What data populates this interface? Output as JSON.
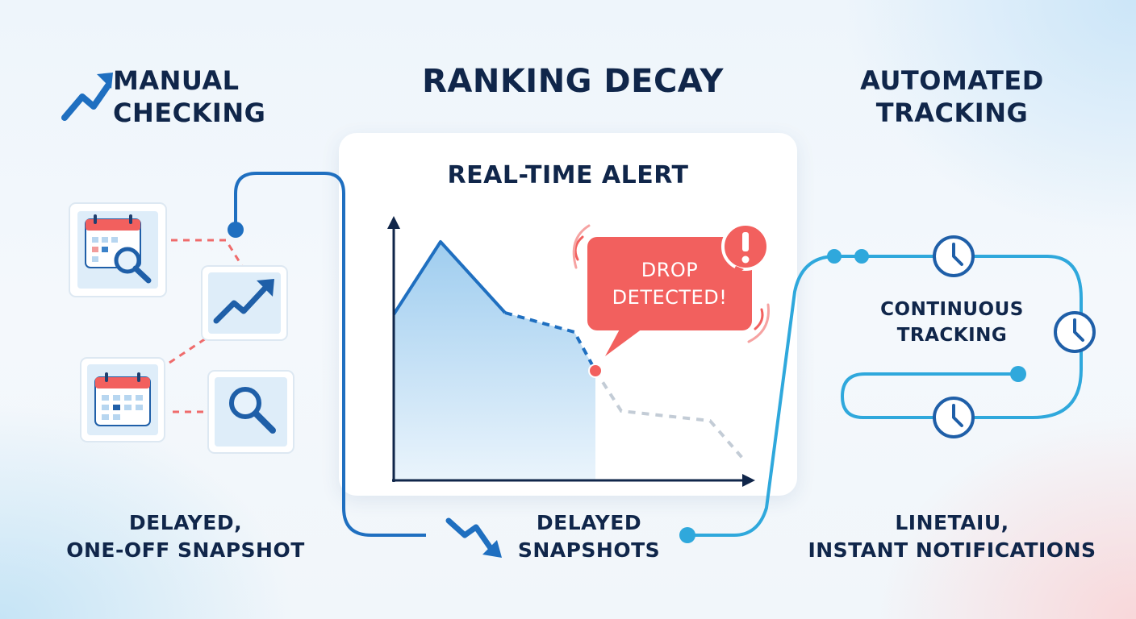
{
  "header": {
    "title": "RANKING DECAY",
    "left_title_line1": "MANUAL",
    "left_title_line2": "CHECKING",
    "right_title_line1": "AUTOMATED",
    "right_title_line2": "TRACKING"
  },
  "panel": {
    "title": "REAL-TIME ALERT",
    "alert_line1": "DROP",
    "alert_line2": "DETECTED!"
  },
  "captions": {
    "left_line1": "DELAYED,",
    "left_line2": "ONE-OFF SNAPSHOT",
    "middle_line1": "DELAYED",
    "middle_line2": "SNAPSHOTS",
    "right_line1": "LINETAIU,",
    "right_line2": "INSTANT NOTIFICATIONS",
    "continuous_line1": "CONTINUOUS",
    "continuous_line2": "TRACKING"
  },
  "icons": {
    "left_cards": [
      "calendar-search-icon",
      "trend-up-icon",
      "calendar-icon",
      "search-icon"
    ],
    "right_nodes": [
      "clock-icon",
      "clock-icon",
      "clock-icon"
    ],
    "title_left": "trend-up-icon",
    "caption_mid": "trend-down-icon",
    "alert": "exclamation-icon"
  },
  "colors": {
    "navy": "#10264a",
    "blue": "#1f6fc0",
    "light_blue": "#2fa8dc",
    "alert_red": "#f2605e",
    "fill_blue": "#cfe5f6"
  }
}
